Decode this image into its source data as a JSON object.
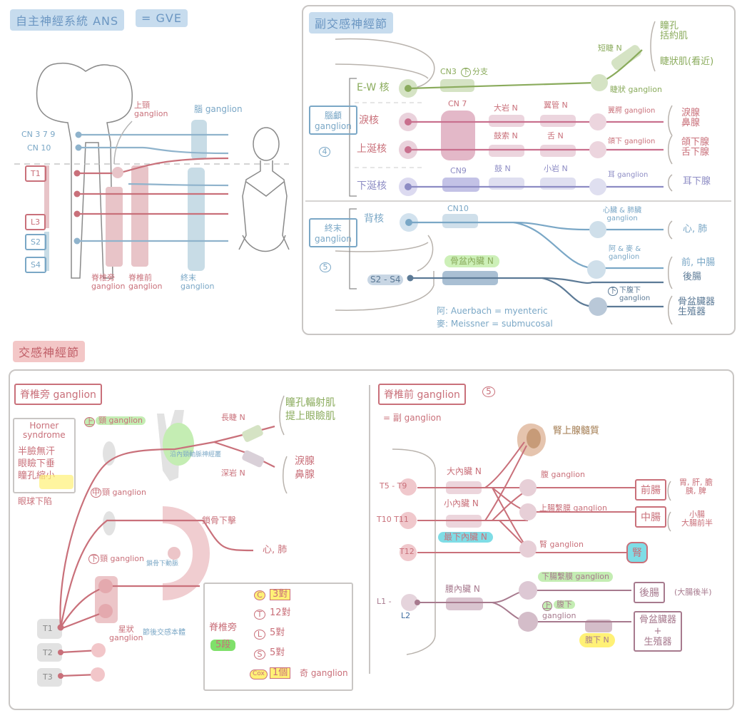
{
  "ans": {
    "title": "自主神經系統 ANS",
    "eq": "= GVE",
    "cn379": "CN 3 7 9",
    "cn10": "CN 10",
    "t1": "T1",
    "l3": "L3",
    "s2": "S2",
    "s4": "S4",
    "sup_cervical": "上頸\nganglion",
    "brain_ganglion": "腦 ganglion",
    "paravert": "脊椎旁\nganglion",
    "prevert": "脊椎前\nganglion",
    "terminal": "終末\nganglion",
    "paravert_circ": "旁",
    "prevert_circ": "前"
  },
  "para": {
    "title": "副交感神經節",
    "ew": "E-W 核",
    "lac": "淚核",
    "supsal": "上涎核",
    "infsal": "下涎核",
    "dorsal": "背核",
    "s2s4": "S2 - S4",
    "cranial_group": "腦顱\nganglion",
    "cranial_num": "4",
    "terminal_group": "終末\nganglion",
    "terminal_num": "5",
    "cn3": "CN3",
    "cn3_branch": "下",
    "cn3_suffix": "分支",
    "cn7": "CN 7",
    "cn9": "CN9",
    "cn10": "CN10",
    "great_petrosal": "大岩 N",
    "pterygoid_canal": "翼管 N",
    "chorda": "鼓索 N",
    "lingual": "舌 N",
    "tympanic": "鼓 N",
    "lesser_petrosal": "小岩 N",
    "short_ciliary": "短睫 N",
    "ciliary_g": "睫狀 ganglion",
    "ptery_g": "翼腭 ganglion",
    "submand_g": "頜下 ganglion",
    "otic_g": "耳 ganglion",
    "cardiac_g": "心臟 & 肺臟\nganglion",
    "auerbach_g": "阿 & 麥 &\nganglion",
    "hypogastric_g": "下腹下\nganglion",
    "hypogastric_circ": "下",
    "pelvic_n": "骨盆內臟 N",
    "t_pupil": "瞳孔\n括約肌",
    "t_ciliary": "睫狀肌(看近)",
    "t_lacrimal": "淚腺\n鼻腺",
    "t_submand": "頜下腺\n舌下腺",
    "t_parotid": "耳下腺",
    "t_heart": "心, 肺",
    "t_midgut": "前, 中腸",
    "t_hindgut": "後腸",
    "t_pelvic": "骨盆臟器\n生殖器",
    "note1": "阿: Auerbach = myenteric",
    "note2": "麥: Meissner = submucosal"
  },
  "symp": {
    "title": "交感神經節",
    "paravert_title": "脊椎旁 ganglion",
    "horner_title": "Horner\nsyndrome",
    "horner_items": "半臉無汗\n眼瞼下垂\n瞳孔縮小",
    "horner_note": "眼球下陷",
    "sup_cerv": "頸 ganglion",
    "mid_cerv": "頸 ganglion",
    "inf_cerv": "頸 ganglion",
    "sup_circ": "上",
    "mid_circ": "中",
    "inf_circ": "下",
    "ica_plexus": "沿內頸動脈神經叢",
    "long_ciliary": "長睫 N",
    "deep_petrosal": "深岩 N",
    "subclavian": "鎖骨下動脈",
    "subclavian_text": "鎖骨下擊",
    "stellate": "星狀\nganglion",
    "postgang": "節後交感本體",
    "t1": "T1",
    "t2": "T2",
    "t3": "T3",
    "t_dilator": "瞳孔輻射肌\n提上眼瞼肌",
    "t_lacrimal": "淚腺\n鼻腺",
    "t_heart": "心, 肺",
    "count_label": "脊椎旁",
    "count_badge": "5段",
    "c_pairs": "3對",
    "t_pairs": "12對",
    "l_pairs": "5對",
    "s_pairs": "5對",
    "co_pairs": "1個",
    "c_letter": "C",
    "t_letter": "T",
    "l_letter": "L",
    "s_letter": "S",
    "co_letter": "Cox",
    "impar": "奇 ganglion",
    "prevert_title": "脊椎前 ganglion",
    "prevert_num": "5",
    "prevert_eq": "= 副 ganglion",
    "adrenal": "腎上腺髓質",
    "t5t9": "T5 - T9",
    "t10t11": "T10  T11",
    "t12": "T12",
    "l1": "L1 -",
    "l2": "L2",
    "greater": "大內臟 N",
    "lesser": "小內臟 N",
    "least": "最下內臟 N",
    "lumbar": "腰內臟 N",
    "celiac": "腹 ganglion",
    "sma": "上腸繫膜 ganglion",
    "renal": "腎 ganglion",
    "ima": "下腸繫膜 ganglion",
    "sup_hypo": "腹下",
    "sup_hypo_circ": "上",
    "sup_hypo_g": "ganglion",
    "hypo_n": "腹下 N",
    "t_foregut": "前腸",
    "t_foregut_note": "胃, 肝, 膽\n胰, 脾",
    "t_midgut": "中腸",
    "t_midgut_note": "小腸\n大腸前半",
    "t_kidney": "腎",
    "t_hindgut": "後腸",
    "t_hindgut_note": "(大腸後半)",
    "t_pelvic": "骨盆臟器\n+\n生殖器"
  },
  "colors": {
    "blue": "#7aa7c6",
    "red": "#c9707a",
    "green": "#8aab5c",
    "purple": "#8d8cc4",
    "gray": "#c9c6c4",
    "yellow": "#fff176",
    "cyan": "#7fdde6"
  }
}
